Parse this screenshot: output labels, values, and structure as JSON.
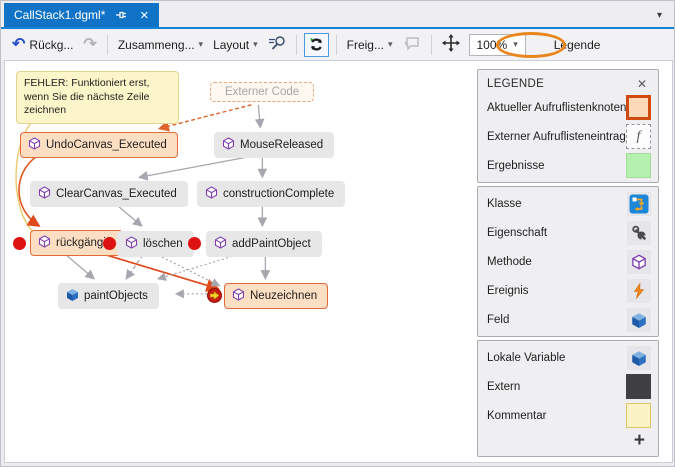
{
  "colors": {
    "accent_blue": "#1173c5",
    "node_highlight_border": "#e06a38",
    "node_highlight_fill": "#fcdfc3",
    "node_fill": "#e7e7e7",
    "edge_gray": "#a6a6ae",
    "edge_red": "#e04a1a",
    "edge_orange_dashed": "#e0622c",
    "comment_yellow": "#fcf5c9",
    "results_green": "#b6f0ae",
    "breakpoint_red": "#dd1212",
    "annotation_orange": "#e8861b"
  },
  "icons": {
    "caret_down": "▾",
    "overflow_caret": "▾",
    "close": "✕",
    "plus": "+",
    "external_glyph": "f",
    "undo_arrow": "↶",
    "redo_arrow": "↷"
  },
  "tab": {
    "title": "CallStack1.dgml*"
  },
  "toolbar": {
    "undo_label": "Rückg...",
    "combine_label": "Zusammeng...",
    "layout_label": "Layout",
    "share_label": "Freig...",
    "zoom_value": "100%",
    "legend_button_label": "Legende"
  },
  "graph": {
    "comment_text": "FEHLER: Funktioniert erst, wenn Sie die nächste Zeile zeichnen",
    "nodes": [
      {
        "label": "Externer Code",
        "type": "external-code"
      },
      {
        "label": "UndoCanvas_Executed",
        "type": "method",
        "state": "current-call-stack"
      },
      {
        "label": "MouseReleased",
        "type": "method"
      },
      {
        "label": "ClearCanvas_Executed",
        "type": "method"
      },
      {
        "label": "constructionComplete",
        "type": "method"
      },
      {
        "label": "rückgängig",
        "type": "method",
        "state": "current-call-stack",
        "breakpoint": true
      },
      {
        "label": "löschen",
        "type": "method",
        "breakpoint": true
      },
      {
        "label": "addPaintObject",
        "type": "method",
        "breakpoint": true
      },
      {
        "label": "paintObjects",
        "type": "field"
      },
      {
        "label": "Neuzeichnen",
        "type": "method",
        "state": "current-call-stack",
        "instruction_pointer": true
      }
    ]
  },
  "legend": {
    "title": "LEGENDE",
    "sections": [
      {
        "rows": [
          {
            "label": "Aktueller Aufruflistenknoten"
          },
          {
            "label": "Externer Aufruflisteneintrag"
          },
          {
            "label": "Ergebnisse"
          }
        ]
      },
      {
        "rows": [
          {
            "label": "Klasse"
          },
          {
            "label": "Eigenschaft"
          },
          {
            "label": "Methode"
          },
          {
            "label": "Ereignis"
          },
          {
            "label": "Feld"
          }
        ]
      },
      {
        "rows": [
          {
            "label": "Lokale Variable"
          },
          {
            "label": "Extern"
          },
          {
            "label": "Kommentar"
          }
        ]
      }
    ]
  }
}
